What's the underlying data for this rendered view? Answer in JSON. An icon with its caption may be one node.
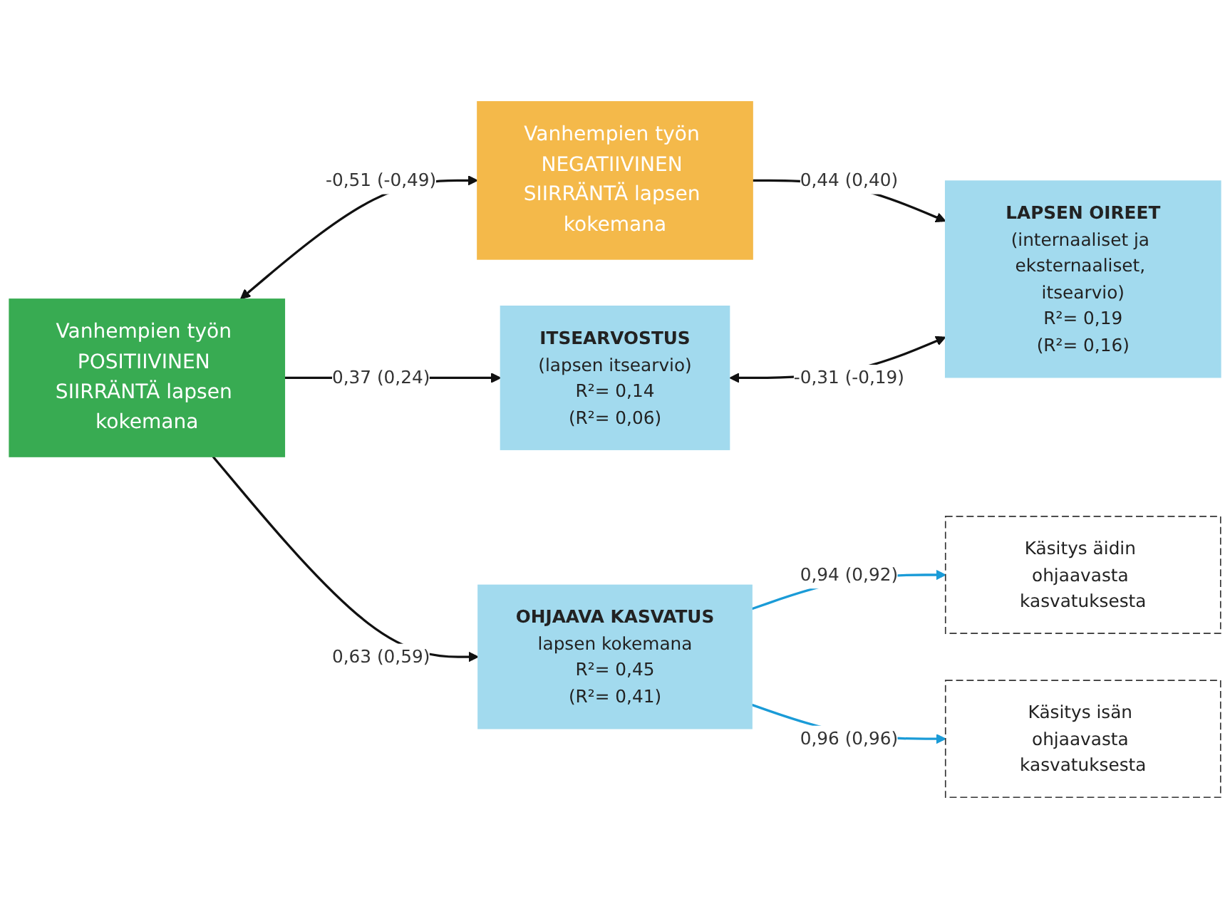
{
  "diagram": {
    "nodes": [
      {
        "text": [
          "Vanhempien työn POSITIIVINEN SIIRRÄNTÄ lapsen kokemana"
        ]
      },
      {
        "text": [
          "Vanhempien työn NEGATIIVINEN SIIRRÄNTÄ lapsen kokemana"
        ]
      },
      {
        "text": [
          "Käsitys äidin ohjaavasta kasvatuksesta"
        ]
      },
      {
        "text": [
          "OHJAAVA KASVATUS",
          "lapsen kokemana",
          "R²= 0,45",
          "(R²= 0,41)"
        ]
      },
      {
        "text": [
          "ITSEARVOSTUS",
          "(lapsen itsearvio)",
          "R²= 0,14",
          "(R²= 0,06)"
        ]
      },
      {
        "text": [
          "LAPSEN OIREET",
          "(internaaliset ja eksternaaliset, itsearvio)",
          "R²= 0,19",
          "(R²= 0,16)"
        ]
      },
      {
        "text": [
          "Käsitys isän ohjaavasta kasvatuksesta"
        ]
      }
    ],
    "edges": [
      {
        "from": 0,
        "to": 4,
        "arrow": "to",
        "label": "0,37 (0,24)"
      },
      {
        "from": 0,
        "to": 3,
        "arrow": "to",
        "label": "0,63 (0,59)"
      },
      {
        "from": 0,
        "to": 1,
        "arrow": "both",
        "label": "-0,51 (-0,49)"
      },
      {
        "from": 1,
        "to": 5,
        "arrow": "to",
        "label": "0,44 (0,40)"
      },
      {
        "from": 3,
        "to": 2,
        "arrow": "to",
        "label": "0,94 (0,92)",
        "color": "#1a9bd7"
      },
      {
        "from": 3,
        "to": 6,
        "arrow": "to",
        "label": "0,96 (0,96)",
        "color": "#1a9bd7"
      },
      {
        "from": 4,
        "to": 5,
        "arrow": "both",
        "label": "-0,31 (-0,19)"
      }
    ]
  }
}
